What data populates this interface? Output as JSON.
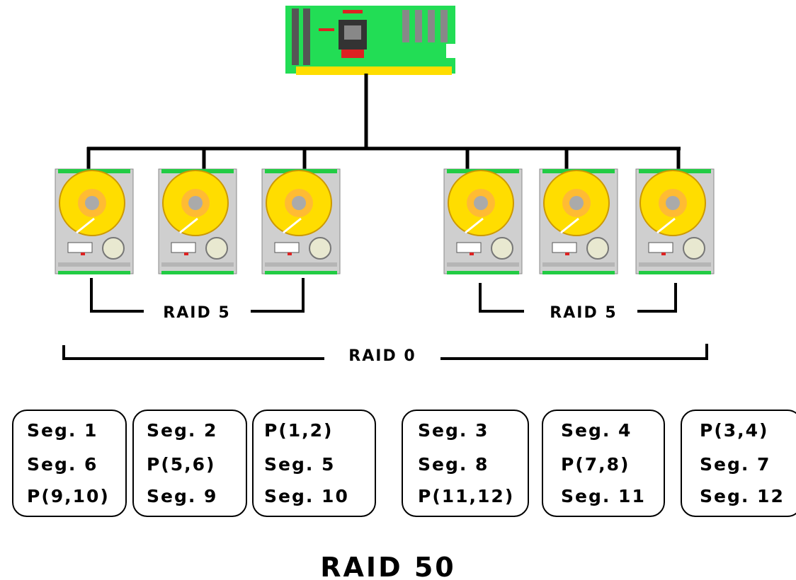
{
  "groups": {
    "raid5_left": "RAID 5",
    "raid5_right": "RAID 5",
    "raid0": "RAID 0"
  },
  "disks": [
    {
      "segments": [
        "Seg. 1",
        "Seg. 6",
        "P(9,10)"
      ]
    },
    {
      "segments": [
        "Seg. 2",
        "P(5,6)",
        "Seg. 9"
      ]
    },
    {
      "segments": [
        "P(1,2)",
        "Seg. 5",
        "Seg. 10"
      ]
    },
    {
      "segments": [
        "Seg. 3",
        "Seg. 8",
        "P(11,12)"
      ]
    },
    {
      "segments": [
        "Seg. 4",
        "P(7,8)",
        "Seg. 11"
      ]
    },
    {
      "segments": [
        "P(3,4)",
        "Seg. 7",
        "Seg. 12"
      ]
    }
  ],
  "title": "RAID 50",
  "colors": {
    "controller_board": "#22dd55",
    "platter": "#ffdd00",
    "drive_body": "#cccccc",
    "connector": "#22cc44"
  },
  "icons": {
    "controller": "raid-controller-card",
    "drive": "hard-disk-drive"
  }
}
